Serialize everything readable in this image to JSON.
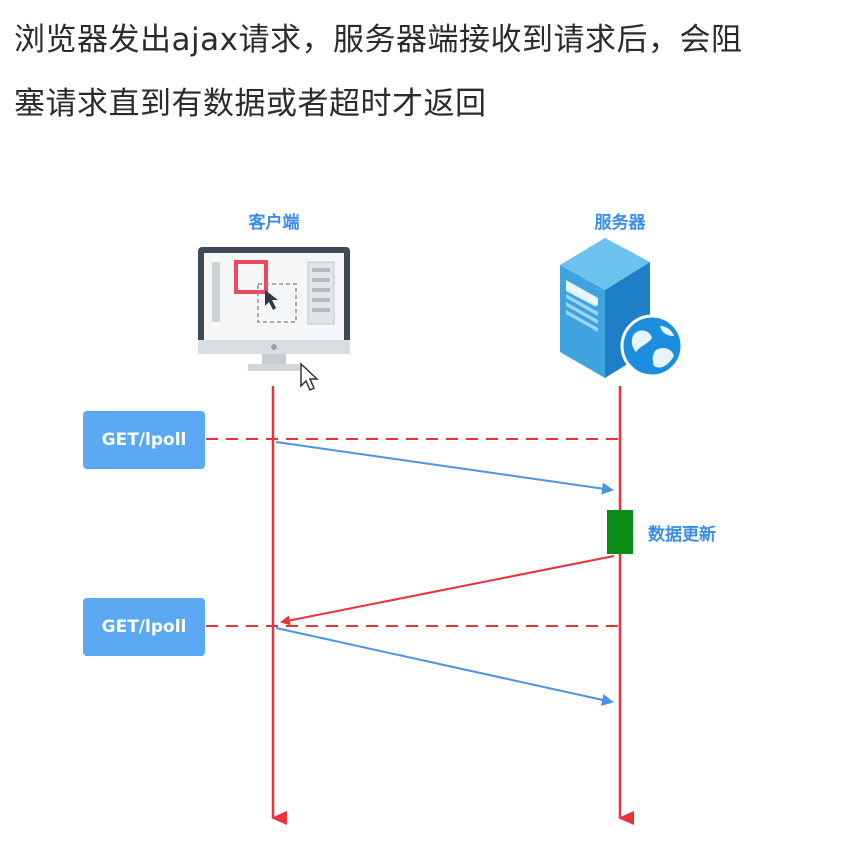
{
  "heading": {
    "line1": "浏览器发出ajax请求，服务器端接收到请求后，会阻",
    "line2": "塞请求直到有数据或者超时才返回"
  },
  "diagram": {
    "client_label": "客户端",
    "server_label": "服务器",
    "request_1": "GET/lpoll",
    "request_2": "GET/lpoll",
    "update_label": "数据更新"
  },
  "colors": {
    "timeline": "#e8333a",
    "request_arrow": "#4a94e8",
    "request_box": "#5aa9f2",
    "update_block": "#0b8a16",
    "label_blue": "#3a8ee6"
  },
  "icons": {
    "client": "desktop-monitor-icon",
    "server": "server-tower-globe-icon",
    "cursor": "mouse-pointer-icon"
  }
}
